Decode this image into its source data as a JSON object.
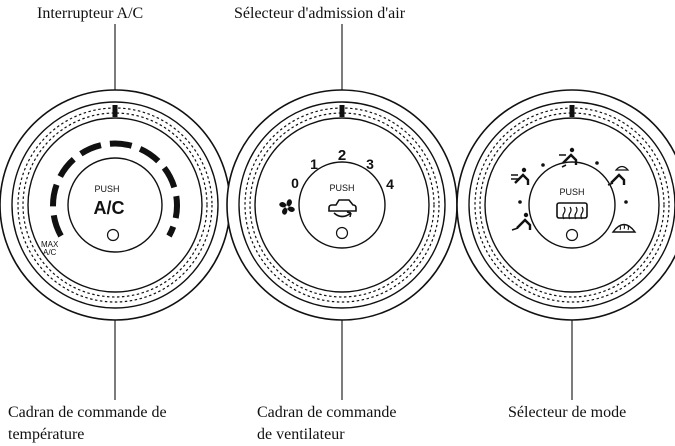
{
  "labels": {
    "ac_switch": "Interrupteur A/C",
    "air_intake": "Sélecteur d'admission d'air",
    "temp_dial_line1": "Cadran de commande de",
    "temp_dial_line2": "température",
    "fan_dial_line1": "Cadran de commande",
    "fan_dial_line2": "de ventilateur",
    "mode_selector": "Sélecteur de mode"
  },
  "temp_knob": {
    "push": "PUSH",
    "ac": "A/C",
    "max_top": "MAX",
    "max_bottom": "A/C"
  },
  "fan_knob": {
    "push": "PUSH",
    "speeds": [
      "0",
      "1",
      "2",
      "3",
      "4"
    ]
  },
  "mode_knob": {
    "push": "PUSH"
  },
  "icons": [
    "fan-icon",
    "air-recirculation-icon",
    "rear-defroster-icon",
    "vent-face-icon",
    "bi-level-icon",
    "floor-icon",
    "floor-defrost-icon",
    "windshield-defrost-icon"
  ]
}
